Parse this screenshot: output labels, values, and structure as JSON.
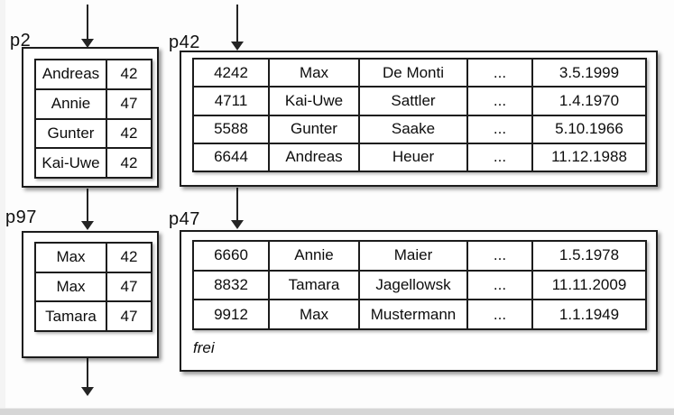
{
  "colors": {
    "background": "#fdfdfd",
    "page_fill": "#ffffff",
    "line": "#1c1c1c",
    "text": "#0d0d0d",
    "bottom_bar": "#d6d6d6",
    "left_margin": "#f4f4f4"
  },
  "pages": {
    "p2": {
      "label": "p2",
      "rows": [
        [
          "Andreas",
          "42"
        ],
        [
          "Annie",
          "47"
        ],
        [
          "Gunter",
          "42"
        ],
        [
          "Kai-Uwe",
          "42"
        ]
      ]
    },
    "p42": {
      "label": "p42",
      "rows": [
        [
          "4242",
          "Max",
          "De Monti",
          "...",
          "3.5.1999"
        ],
        [
          "4711",
          "Kai-Uwe",
          "Sattler",
          "...",
          "1.4.1970"
        ],
        [
          "5588",
          "Gunter",
          "Saake",
          "...",
          "5.10.1966"
        ],
        [
          "6644",
          "Andreas",
          "Heuer",
          "...",
          "11.12.1988"
        ]
      ]
    },
    "p97": {
      "label": "p97",
      "rows": [
        [
          "Max",
          "42"
        ],
        [
          "Max",
          "47"
        ],
        [
          "Tamara",
          "47"
        ]
      ]
    },
    "p47": {
      "label": "p47",
      "rows": [
        [
          "6660",
          "Annie",
          "Maier",
          "...",
          "1.5.1978"
        ],
        [
          "8832",
          "Tamara",
          "Jagellowsk",
          "...",
          "11.11.2009"
        ],
        [
          "9912",
          "Max",
          "Mustermann",
          "...",
          "1.1.1949"
        ]
      ],
      "free_label": "frei"
    }
  }
}
